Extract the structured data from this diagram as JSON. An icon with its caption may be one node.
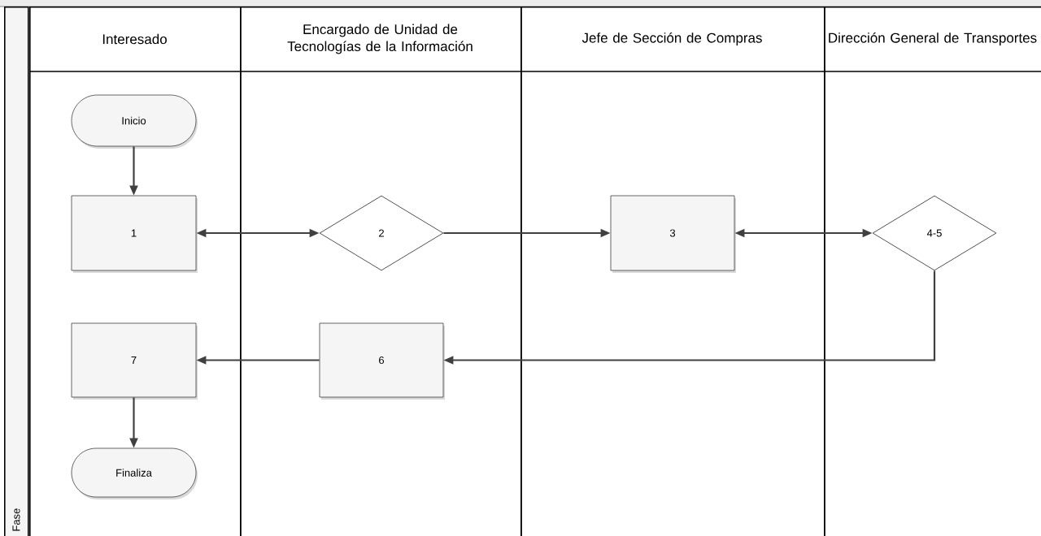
{
  "diagram": {
    "nodes": [
      {
        "text": [
          "Interesado"
        ]
      },
      {
        "text": [
          "Encargado de Unidad de Tecnologías de la Información"
        ]
      },
      {
        "text": [
          "Jefe de Sección de Compras"
        ]
      },
      {
        "text": [
          "Dirección General de Transportes"
        ]
      },
      {
        "text": [
          "Fase"
        ]
      },
      {
        "text": [
          "Inicio"
        ],
        "in": 0
      },
      {
        "text": [
          "1"
        ],
        "in": 0
      },
      {
        "text": [
          "2"
        ],
        "in": 1
      },
      {
        "text": [
          "3"
        ],
        "in": 2
      },
      {
        "text": [
          "4-5"
        ],
        "in": 3
      },
      {
        "text": [
          "6"
        ],
        "in": 1
      },
      {
        "text": [
          "7"
        ],
        "in": 0
      },
      {
        "text": [
          "Finaliza"
        ],
        "in": 0
      }
    ],
    "edges": [
      {
        "from": 5,
        "to": 6,
        "arrow": "to"
      },
      {
        "from": 6,
        "to": 7,
        "arrow": "both"
      },
      {
        "from": 7,
        "to": 8,
        "arrow": "to"
      },
      {
        "from": 8,
        "to": 9,
        "arrow": "both"
      },
      {
        "from": 9,
        "to": 10,
        "arrow": "to"
      },
      {
        "from": 10,
        "to": 11,
        "arrow": "to"
      },
      {
        "from": 11,
        "to": 12,
        "arrow": "to"
      }
    ]
  }
}
